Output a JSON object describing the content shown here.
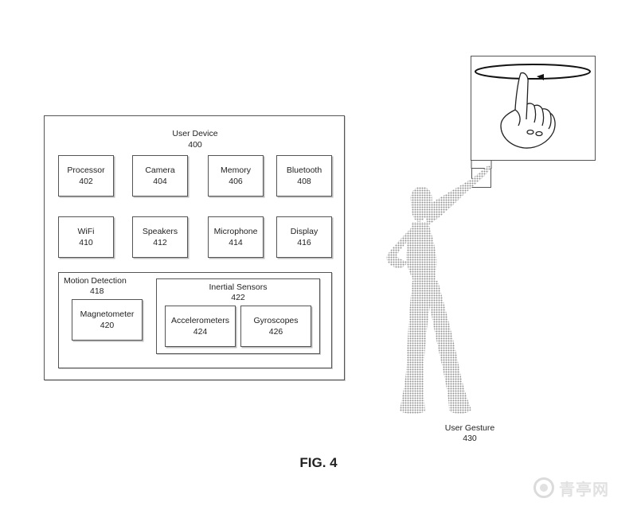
{
  "user_device": {
    "title": "User Device",
    "number": "400"
  },
  "components": [
    {
      "name": "Processor",
      "number": "402"
    },
    {
      "name": "Camera",
      "number": "404"
    },
    {
      "name": "Memory",
      "number": "406"
    },
    {
      "name": "Bluetooth",
      "number": "408"
    },
    {
      "name": "WiFi",
      "number": "410"
    },
    {
      "name": "Speakers",
      "number": "412"
    },
    {
      "name": "Microphone",
      "number": "414"
    },
    {
      "name": "Display",
      "number": "416"
    }
  ],
  "motion_detection": {
    "title": "Motion Detection",
    "number": "418",
    "magnetometer": {
      "name": "Magnetometer",
      "number": "420"
    },
    "inertial_sensors": {
      "title": "Inertial Sensors",
      "number": "422",
      "accelerometers": {
        "name": "Accelerometers",
        "number": "424"
      },
      "gyroscopes": {
        "name": "Gyroscopes",
        "number": "426"
      }
    }
  },
  "user_gesture": {
    "title": "User Gesture",
    "number": "430"
  },
  "figure_label": "FIG. 4",
  "watermark": {
    "text": "青亭网"
  }
}
